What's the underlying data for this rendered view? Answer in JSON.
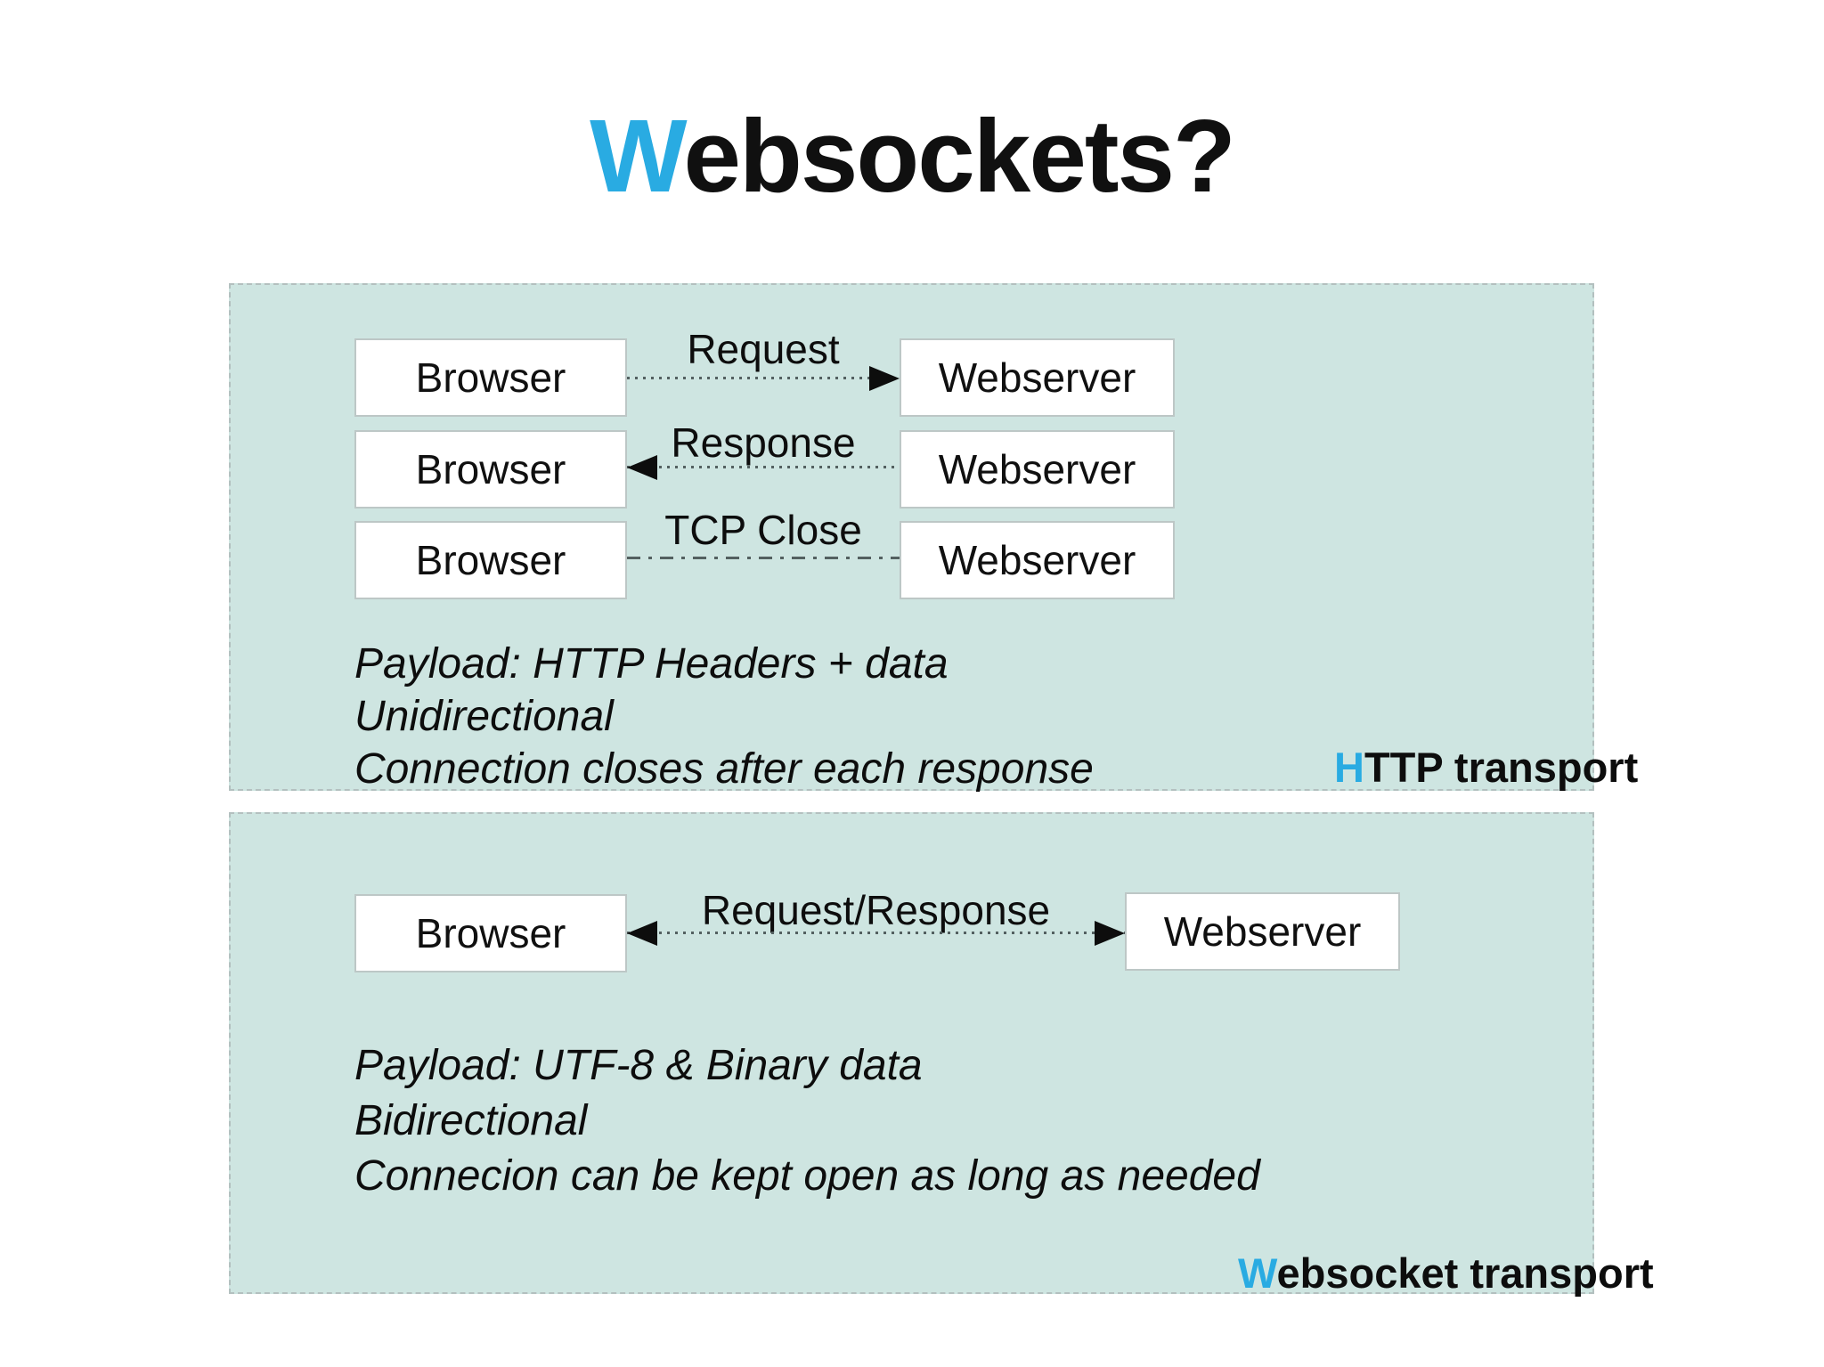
{
  "slide": {
    "title": {
      "accent": "W",
      "rest": "ebsockets?"
    },
    "colors": {
      "accent_blue": "#29abe2",
      "panel_background": "#cee5e1",
      "box_background": "#ffffff",
      "box_border": "#bdc7c6",
      "line_gray": "#536060",
      "text_black": "#0d0d0d"
    },
    "http_panel": {
      "rows": [
        {
          "left_box": "Browser",
          "right_box": "Webserver",
          "arrow_label": "Request",
          "arrow_direction": "right",
          "line_style": "dotted"
        },
        {
          "left_box": "Browser",
          "right_box": "Webserver",
          "arrow_label": "Response",
          "arrow_direction": "left",
          "line_style": "dotted"
        },
        {
          "left_box": "Browser",
          "right_box": "Webserver",
          "arrow_label": "TCP Close",
          "arrow_direction": "none",
          "line_style": "dash-dot"
        }
      ],
      "notes": [
        "Payload: HTTP Headers + data",
        "Unidirectional",
        "Connection closes after each response"
      ],
      "caption": {
        "accent": "H",
        "rest": "TTP transport"
      }
    },
    "websocket_panel": {
      "rows": [
        {
          "left_box": "Browser",
          "right_box": "Webserver",
          "arrow_label": "Request/Response",
          "arrow_direction": "both",
          "line_style": "dotted"
        }
      ],
      "notes": [
        "Payload: UTF-8 & Binary data",
        "Bidirectional",
        "Connecion can be kept open as long as needed"
      ],
      "caption": {
        "accent": "W",
        "rest": "ebsocket transport"
      }
    }
  }
}
